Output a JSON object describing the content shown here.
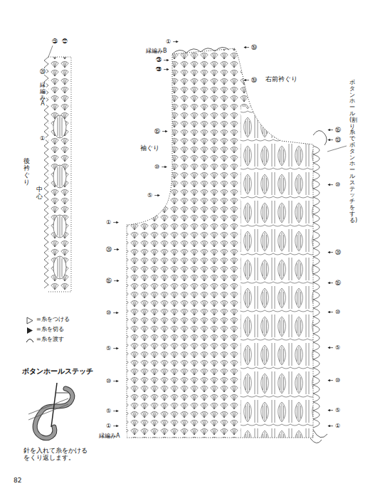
{
  "diagram": {
    "labels": [
      "㉓",
      "㉒",
      "⑳",
      "縁編みA",
      "①",
      "後衿ぐり",
      "中心",
      "①",
      "縁編みB",
      "㉘",
      "㉖",
      "⑲",
      "⑲",
      "右前衿ぐり",
      "⑮",
      "袖ぐり",
      "⑩",
      "⑤",
      "①",
      "⑳",
      "⑮",
      "⑩",
      "⑤",
      "⑩",
      "⑤",
      "①",
      "縁編みA",
      "⑮",
      "⑬",
      "⑩",
      "⑳",
      "⑮",
      "⑩",
      "⑤",
      "⑩",
      "⑤",
      "①",
      "ボタンホール (割り糸でボタンホールステッチをする)",
      "ボタンホールステッチ",
      "針を入れて糸をかける をくり返します。",
      "82"
    ],
    "legend": [
      {
        "text": "=糸をつける"
      },
      {
        "text": "=糸を切る"
      },
      {
        "text": "=糸を渡す"
      }
    ]
  }
}
